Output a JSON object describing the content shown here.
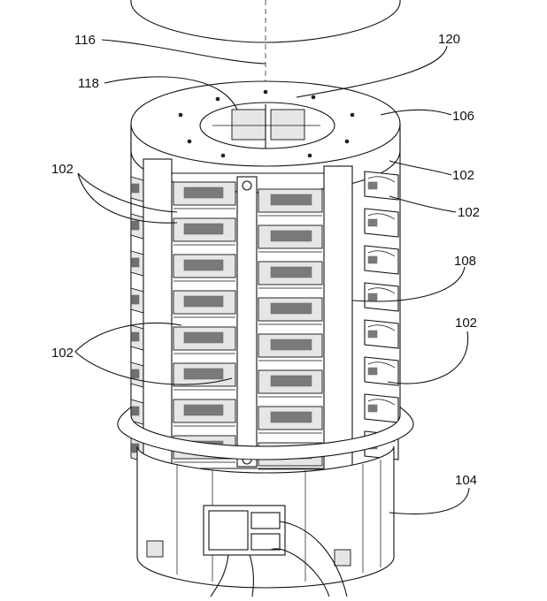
{
  "figure": {
    "labels": [
      {
        "id": "l116",
        "text": "116"
      },
      {
        "id": "l120",
        "text": "120"
      },
      {
        "id": "l118",
        "text": "118"
      },
      {
        "id": "l106",
        "text": "106"
      },
      {
        "id": "l102a",
        "text": "102"
      },
      {
        "id": "l102b",
        "text": "102"
      },
      {
        "id": "l102c",
        "text": "102"
      },
      {
        "id": "l108",
        "text": "108"
      },
      {
        "id": "l102d",
        "text": "102"
      },
      {
        "id": "l102e",
        "text": "102"
      },
      {
        "id": "l104",
        "text": "104"
      }
    ]
  }
}
